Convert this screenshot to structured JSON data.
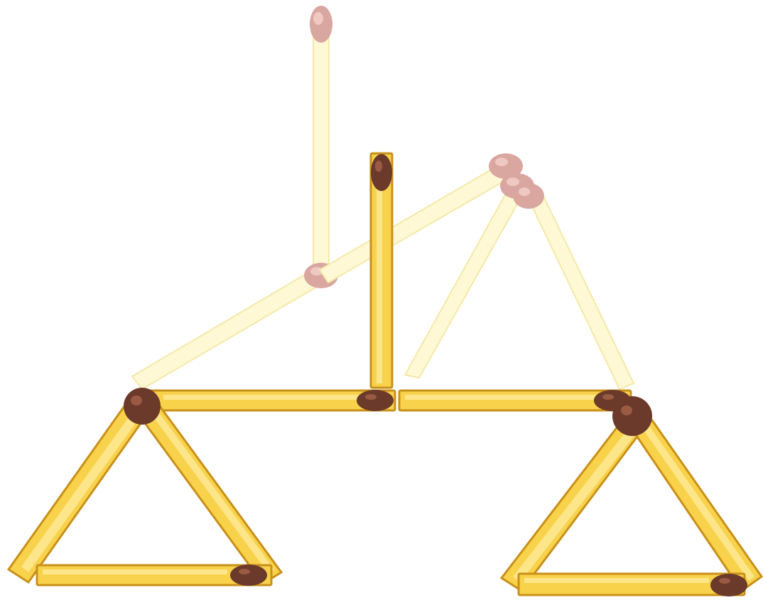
{
  "puzzle": {
    "type": "matchstick-puzzle",
    "description_visible_text": "",
    "colors": {
      "stick_body": "#f8d24a",
      "stick_outline": "#c9901a",
      "stick_head": "#6b3a2a",
      "ghost_stick": "#fff8d4",
      "ghost_head": "#d9a6a0",
      "background": "#ffffff"
    },
    "counts": {
      "solid_matches": 9,
      "ghost_matches": 5
    }
  }
}
